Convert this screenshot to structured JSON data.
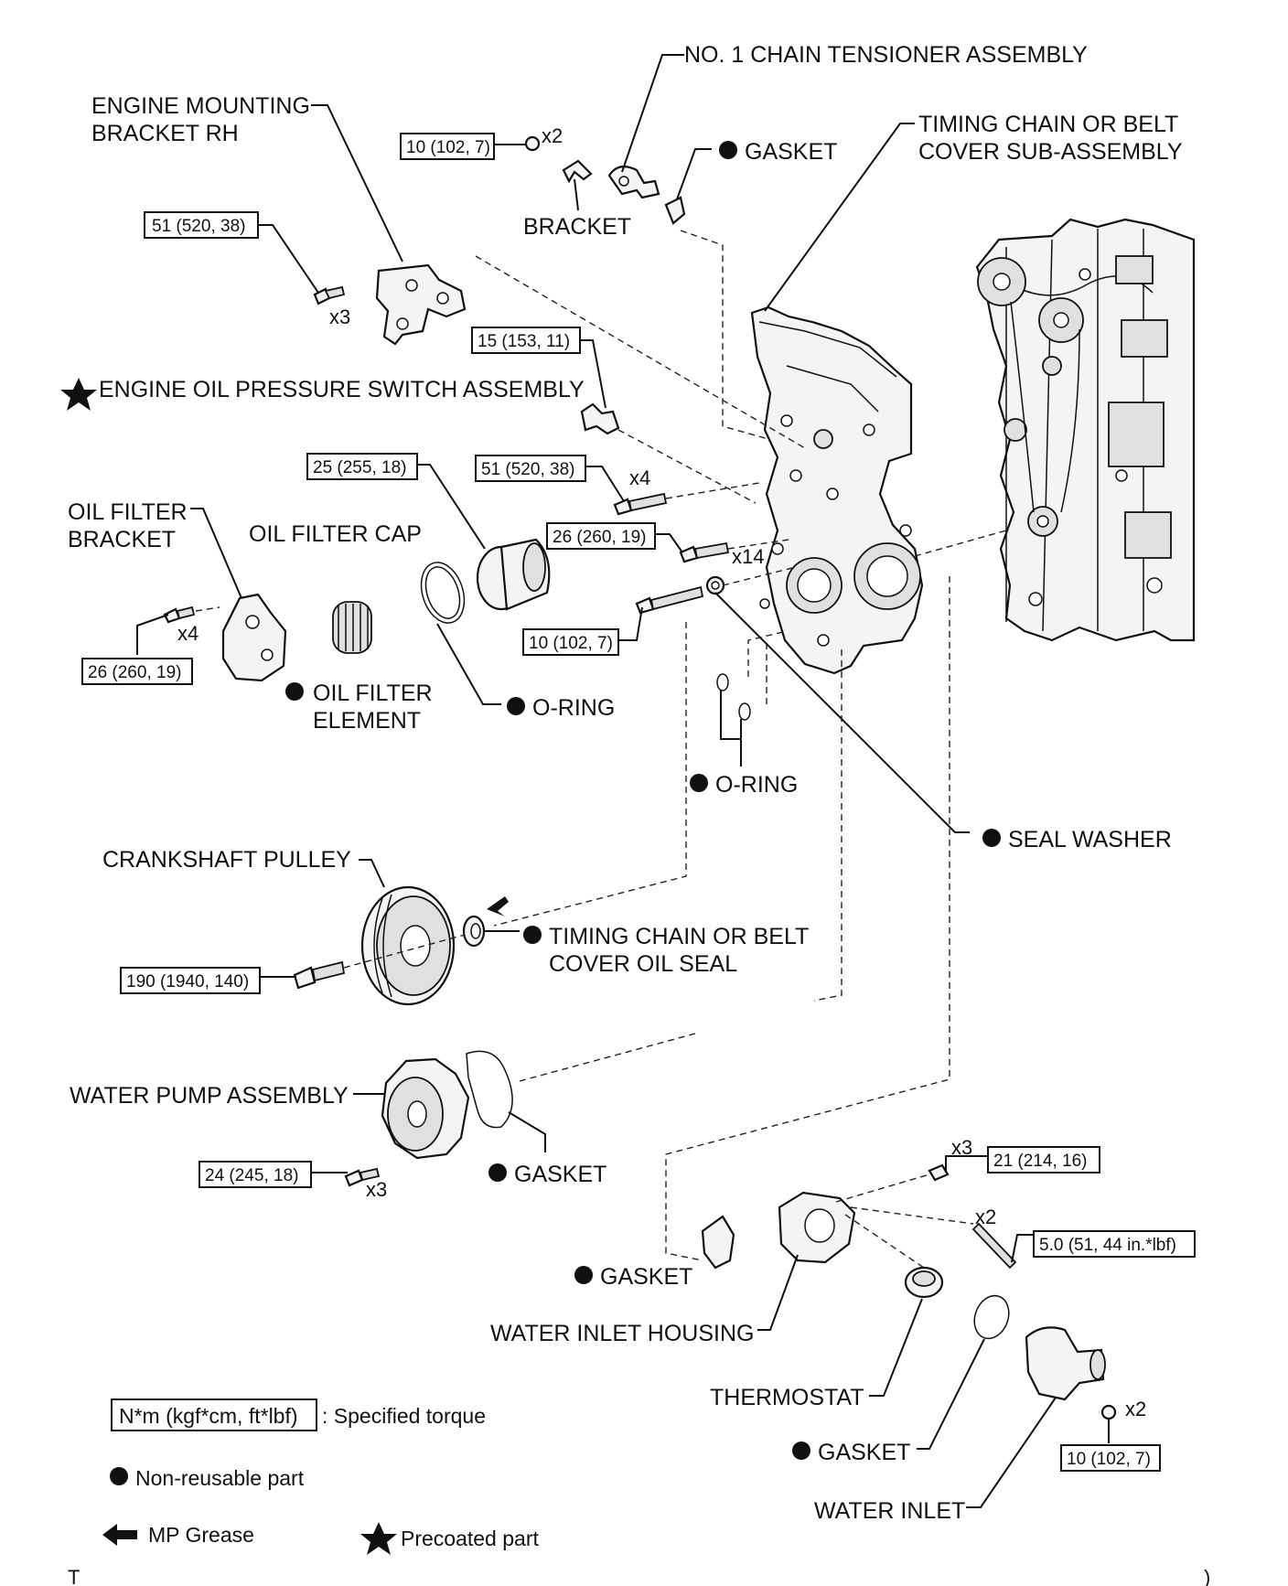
{
  "labels": {
    "chain_tensioner": "NO. 1 CHAIN TENSIONER ASSEMBLY",
    "engine_mount_1": "ENGINE MOUNTING",
    "engine_mount_2": "BRACKET RH",
    "timing_cover_1": "TIMING CHAIN OR BELT",
    "timing_cover_2": "COVER SUB-ASSEMBLY",
    "gasket_top": "GASKET",
    "bracket": "BRACKET",
    "oil_pressure_switch": "ENGINE OIL PRESSURE SWITCH ASSEMBLY",
    "oil_filter_bracket_1": "OIL FILTER",
    "oil_filter_bracket_2": "BRACKET",
    "oil_filter_cap": "OIL FILTER CAP",
    "oil_filter_element_1": "OIL FILTER",
    "oil_filter_element_2": "ELEMENT",
    "o_ring_1": "O-RING",
    "o_ring_2": "O-RING",
    "seal_washer": "SEAL WASHER",
    "crankshaft_pulley": "CRANKSHAFT PULLEY",
    "oil_seal_1": "TIMING CHAIN OR BELT",
    "oil_seal_2": "COVER OIL SEAL",
    "water_pump": "WATER PUMP ASSEMBLY",
    "gasket_water_pump": "GASKET",
    "gasket_inlet_housing": "GASKET",
    "water_inlet_housing": "WATER INLET HOUSING",
    "thermostat": "THERMOSTAT",
    "gasket_thermostat": "GASKET",
    "water_inlet": "WATER INLET"
  },
  "torques": {
    "t_tensioner_bolt": "10 (102, 7)",
    "t_mount_bolt": "51 (520, 38)",
    "t_oil_switch": "15 (153, 11)",
    "t_filter_cap": "25 (255, 18)",
    "t_cover_bolt_x4": "51 (520, 38)",
    "t_cover_bolt_x14": "26 (260, 19)",
    "t_cover_stud": "10 (102, 7)",
    "t_filter_bracket": "26 (260, 19)",
    "t_pulley": "190 (1940, 140)",
    "t_water_pump": "24 (245, 18)",
    "t_inlet_housing_bolt": "21 (214, 16)",
    "t_inlet_housing_stud": "5.0 (51, 44 in.*lbf)",
    "t_water_inlet_nut": "10 (102, 7)"
  },
  "quantities": {
    "q_tensioner": "x2",
    "q_mount": "x3",
    "q_cover_x4": "x4",
    "q_cover_x14": "x14",
    "q_filter_bracket": "x4",
    "q_water_pump": "x3",
    "q_inlet_bolt": "x3",
    "q_inlet_stud": "x2",
    "q_water_inlet": "x2"
  },
  "legend": {
    "torque_box": "N*m (kgf*cm, ft*lbf)",
    "torque_desc": ": Specified torque",
    "non_reusable": "Non-reusable part",
    "mp_grease": "MP Grease",
    "precoated": "Precoated part"
  },
  "footer": {
    "left_mark": "T",
    "right_mark": ")"
  }
}
